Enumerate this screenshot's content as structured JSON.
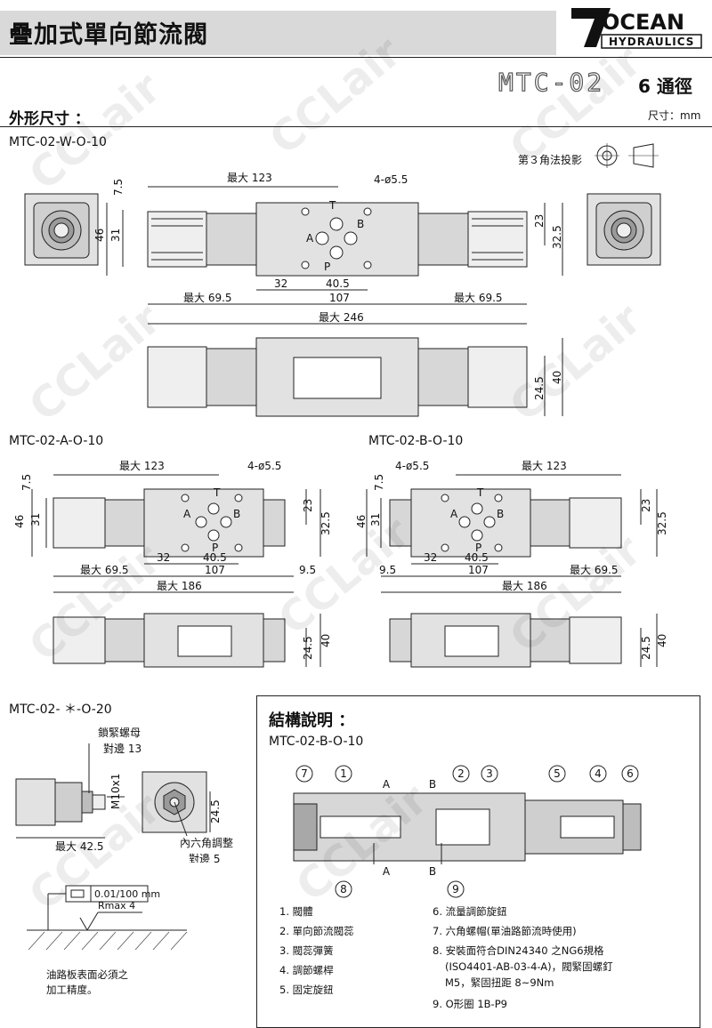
{
  "header": {
    "title": "疊加式單向節流閥",
    "logo_text": "OCEAN",
    "logo_sub": "HYDRAULICS",
    "model": "MTC-02",
    "bore": "6 通徑",
    "section": "外形尺寸 ：",
    "unit": "尺寸：mm",
    "projection": "第３角法投影"
  },
  "drawings": {
    "w": {
      "label": "MTC-02-W-O-10",
      "max123": "最大 123",
      "holes": "4-ø5.5",
      "d7_5": "7.5",
      "d46": "46",
      "d31": "31",
      "d23": "23",
      "d32_5": "32.5",
      "d32": "32",
      "d40_5": "40.5",
      "max69l": "最大 69.5",
      "d107": "107",
      "max69r": "最大 69.5",
      "max246": "最大 246",
      "d24_5": "24.5",
      "d40": "40"
    },
    "a": {
      "label": "MTC-02-A-O-10",
      "max123": "最大 123",
      "holes": "4-ø5.5",
      "max69": "最大 69.5",
      "d107": "107",
      "d9_5": "9.5",
      "max186": "最大 186"
    },
    "b": {
      "label": "MTC-02-B-O-10",
      "max123": "最大 123",
      "holes": "4-ø5.5",
      "max69": "最大 69.5",
      "d107": "107",
      "d9_5": "9.5",
      "max186": "最大 186"
    },
    "ports": {
      "t": "T",
      "a": "A",
      "b": "B",
      "p": "P"
    },
    "star": {
      "label": "MTC-02- ＊-O-20",
      "locknut": "鎖緊螺母",
      "flats13": "對邊 13",
      "m10": "M10x1",
      "max42": "最大 42.5",
      "d24_5": "24.5",
      "hex_adjust": "內六角調整",
      "flats5": "對邊 5"
    },
    "surface": {
      "flatness": "0.01/100 mm",
      "rmax": "Rmax 4",
      "note1": "油路板表面必須之",
      "note2": "加工精度。"
    }
  },
  "structure": {
    "title": "結構說明 ：",
    "model": "MTC-02-B-O-10",
    "callouts": [
      "7",
      "1",
      "2",
      "3",
      "5",
      "4",
      "6",
      "8",
      "9"
    ],
    "port_a": "A",
    "port_b": "B",
    "parts_left": [
      "1. 閥體",
      "2. 單向節流閥蕊",
      "3. 閥蕊彈簧",
      "4. 調節螺桿",
      "5. 固定旋鈕"
    ],
    "parts_right": [
      "6. 流量調節旋鈕",
      "7. 六角螺帽(單油路節流時使用)",
      "8. 安裝面符合DIN24340 之NG6規格",
      "(ISO4401-AB-03-4-A)，閥緊固螺釘",
      "M5，緊固扭距 8~9Nm",
      "9. O形圈 1B-P9"
    ]
  },
  "watermark": "CCLair"
}
